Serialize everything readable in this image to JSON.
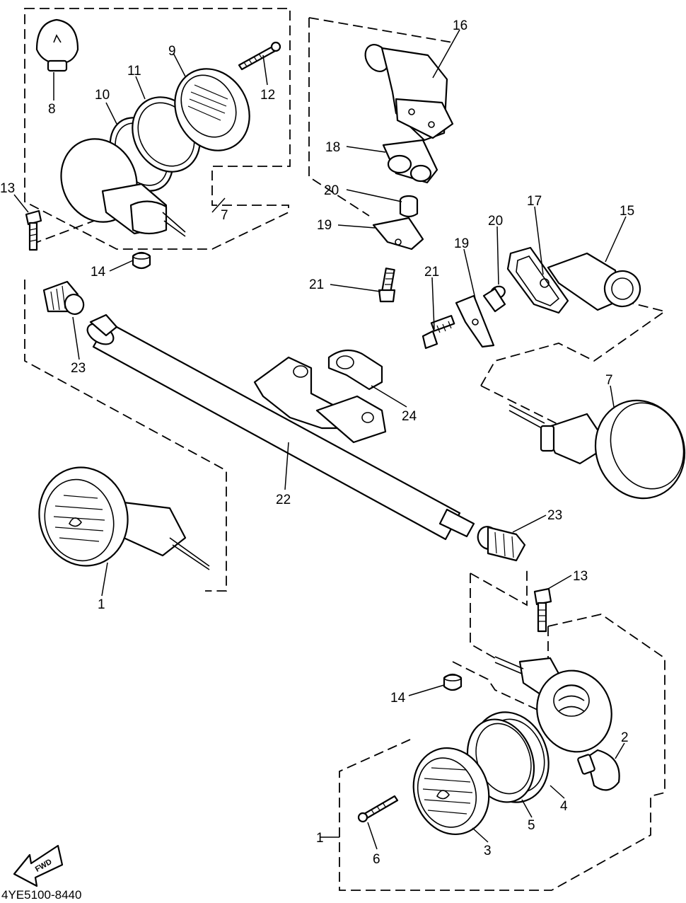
{
  "diagram": {
    "document_code": "4YE5100-8440",
    "fwd_label": "FWD",
    "callouts": [
      {
        "id": "c8",
        "text": "8"
      },
      {
        "id": "c10",
        "text": "10"
      },
      {
        "id": "c11",
        "text": "11"
      },
      {
        "id": "c9",
        "text": "9"
      },
      {
        "id": "c12",
        "text": "12"
      },
      {
        "id": "c13a",
        "text": "13"
      },
      {
        "id": "c7a",
        "text": "7"
      },
      {
        "id": "c14a",
        "text": "14"
      },
      {
        "id": "c16",
        "text": "16"
      },
      {
        "id": "c18",
        "text": "18"
      },
      {
        "id": "c20a",
        "text": "20"
      },
      {
        "id": "c19a",
        "text": "19"
      },
      {
        "id": "c21a",
        "text": "21"
      },
      {
        "id": "c17",
        "text": "17"
      },
      {
        "id": "c15",
        "text": "15"
      },
      {
        "id": "c20b",
        "text": "20"
      },
      {
        "id": "c19b",
        "text": "19"
      },
      {
        "id": "c21b",
        "text": "21"
      },
      {
        "id": "c23a",
        "text": "23"
      },
      {
        "id": "c24",
        "text": "24"
      },
      {
        "id": "c22",
        "text": "22"
      },
      {
        "id": "c7b",
        "text": "7"
      },
      {
        "id": "c1a",
        "text": "1"
      },
      {
        "id": "c23b",
        "text": "23"
      },
      {
        "id": "c13b",
        "text": "13"
      },
      {
        "id": "c14b",
        "text": "14"
      },
      {
        "id": "c2",
        "text": "2"
      },
      {
        "id": "c4",
        "text": "4"
      },
      {
        "id": "c5",
        "text": "5"
      },
      {
        "id": "c1b",
        "text": "1"
      },
      {
        "id": "c3",
        "text": "3"
      },
      {
        "id": "c6",
        "text": "6"
      }
    ]
  }
}
